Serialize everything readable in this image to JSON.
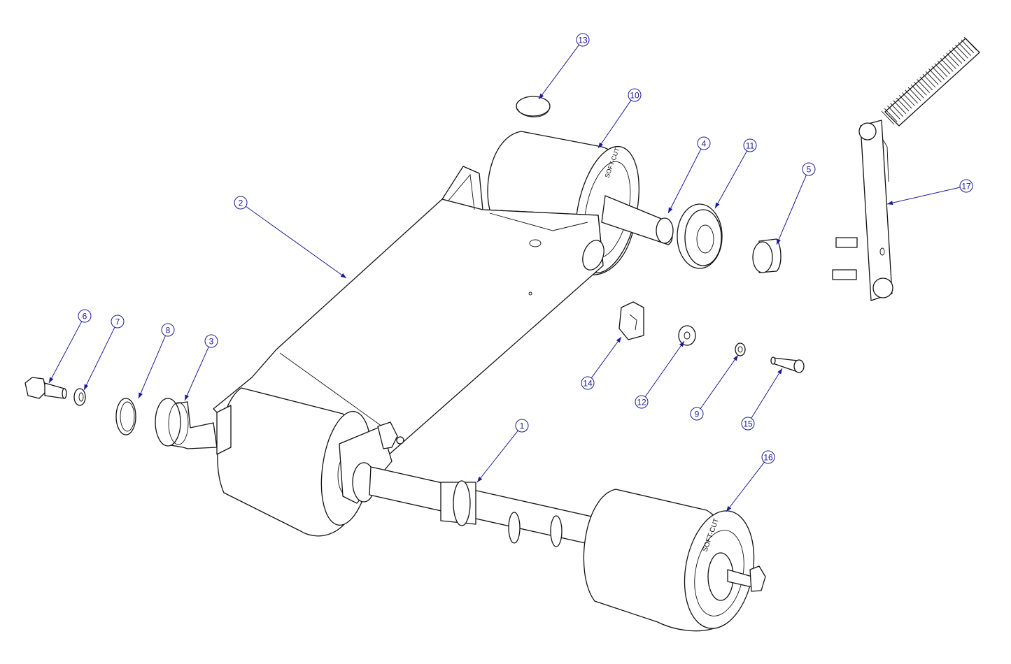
{
  "drawing": {
    "type": "exploded assembly drawing",
    "line_color": "#111111",
    "balloon_color": "#1a1a9a",
    "roller_print": "SOFT-CUT",
    "balloons": [
      {
        "label": "1"
      },
      {
        "label": "2"
      },
      {
        "label": "3"
      },
      {
        "label": "4"
      },
      {
        "label": "5"
      },
      {
        "label": "6"
      },
      {
        "label": "7"
      },
      {
        "label": "8"
      },
      {
        "label": "9"
      },
      {
        "label": "10"
      },
      {
        "label": "11"
      },
      {
        "label": "12"
      },
      {
        "label": "13"
      },
      {
        "label": "14"
      },
      {
        "label": "15"
      },
      {
        "label": "16"
      },
      {
        "label": "17"
      }
    ]
  }
}
